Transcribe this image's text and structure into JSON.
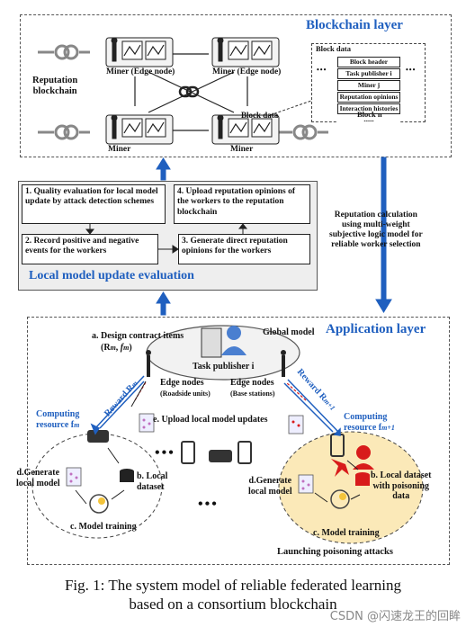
{
  "blockchain_layer": {
    "title": "Blockchain layer",
    "reputation_blockchain": "Reputation\nblockchain",
    "miner_edge_1": "Miner (Edge node)",
    "miner_edge_2": "Miner (Edge node)",
    "miner_1": "Miner",
    "miner_2": "Miner",
    "block_data_label": "Block data",
    "block_data_panel": {
      "title": "Block data",
      "rows": [
        "Block header",
        "Task publisher i",
        "Miner j",
        "Reputation opinions",
        "Interaction histories",
        "......"
      ],
      "footer": "Block n"
    }
  },
  "reputation_calc": "Reputation calculation\nusing multi-weight\nsubjective logic model for\nreliable worker selection",
  "local_eval": {
    "title": "Local model update evaluation",
    "step1": "1. Quality evaluation for local model update by attack detection schemes",
    "step2": "2. Record positive and negative events for the workers",
    "step3": "3. Generate direct reputation opinions for the workers",
    "step4": "4. Upload reputation opinions of the workers to the reputation blockchain"
  },
  "application_layer": {
    "title": "Application layer",
    "design_contract": "a. Design contract items",
    "contract_vars": "(R",
    "global_model": "Global model",
    "task_publisher": "Task publisher i",
    "edge_nodes_left": "Edge nodes",
    "edge_nodes_left_sub": "(Roadside units)",
    "edge_nodes_right": "Edge nodes",
    "edge_nodes_right_sub": "(Base stations)",
    "reward_left": "Reward R",
    "reward_right": "Reward R",
    "computing_left": "Computing\nresource f",
    "computing_right": "Computing\nresource f",
    "upload": "e. Upload local model updates",
    "left_cluster": {
      "generate": "d.Generate\nlocal model",
      "dataset": "b. Local\ndataset",
      "training": "c. Model training"
    },
    "right_cluster": {
      "generate": "d.Generate\nlocal model",
      "dataset": "b. Local dataset\nwith poisoning\ndata",
      "training": "c. Model training",
      "attack": "Launching poisoning attacks"
    },
    "dots_mid": "•••",
    "dots_bottom": "•••"
  },
  "caption": {
    "line1": "Fig. 1: The system model of reliable federated learning",
    "line2": "based on a consortium blockchain"
  },
  "watermark": "CSDN @闪速龙王的回眸",
  "colors": {
    "accent": "#1f5fbf",
    "attack": "#d81b1b",
    "poison_bg": "#fbe9b8"
  }
}
